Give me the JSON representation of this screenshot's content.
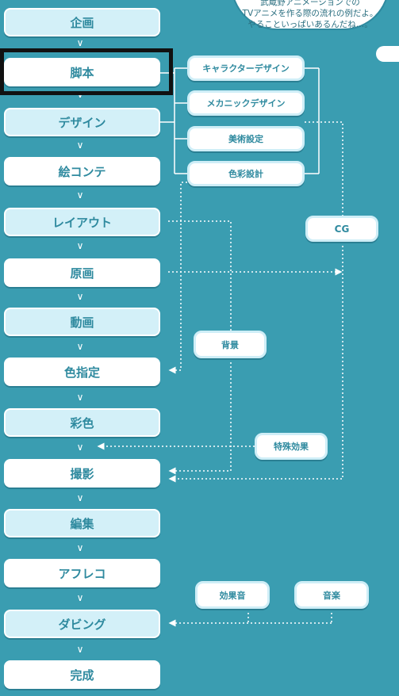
{
  "bubble": {
    "lines": [
      "武蔵野アニメーションでの",
      "TVアニメを作る際の流れの例だよ。",
      "やることいっぱいあるんだね…。"
    ]
  },
  "steps": [
    "企画",
    "脚本",
    "デザイン",
    "絵コンテ",
    "レイアウト",
    "原画",
    "動画",
    "色指定",
    "彩色",
    "撮影",
    "編集",
    "アフレコ",
    "ダビング",
    "完成"
  ],
  "design_branches": [
    "キャラクターデザイン",
    "メカニックデザイン",
    "美術設定",
    "色彩設計"
  ],
  "side_nodes": {
    "cg": "CG",
    "background": "背景",
    "special_effects": "特殊効果",
    "sound_effects": "効果音",
    "music": "音楽"
  },
  "arrow_glyph": "∨",
  "colors": {
    "background": "#3a9db1",
    "step_light": "#d3f0f8",
    "step_white": "#ffffff",
    "text": "#2f8a9f",
    "highlight": "#111111"
  }
}
